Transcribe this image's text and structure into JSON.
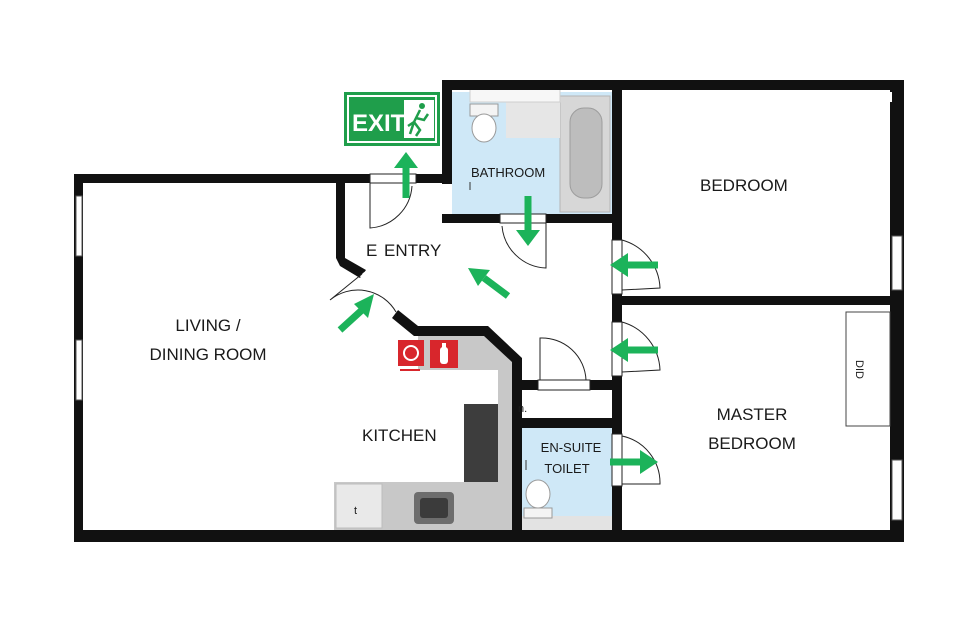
{
  "rooms": {
    "bathroom": "BATHROOM",
    "bedroom": "BEDROOM",
    "entry": "ENTRY",
    "living_line1": "LIVING /",
    "living_line2": "DINING ROOM",
    "kitchen": "KITCHEN",
    "master_line1": "MASTER",
    "master_line2": "BEDROOM",
    "ensuite_line1": "EN-SUITE",
    "ensuite_line2": "TOILET"
  },
  "exit_sign": {
    "text": "EXIT"
  },
  "small_marks": {
    "entry_e": "E",
    "cupboard": "n.",
    "fridge_mark": "t",
    "wardrobe": "DID"
  },
  "colors": {
    "wall": "#111111",
    "wet_area": "#cfe8f7",
    "kitchen_floor": "#c8c8c8",
    "arrow": "#1cb35a",
    "exit_green": "#1f9e4b",
    "fire_red": "#d8262c"
  },
  "icons": [
    "exit-sign-icon",
    "running-person-icon",
    "fire-extinguisher-icon",
    "fire-hose-reel-icon",
    "toilet-icon",
    "bathtub-icon",
    "sink-icon",
    "evacuation-arrow-icon"
  ]
}
